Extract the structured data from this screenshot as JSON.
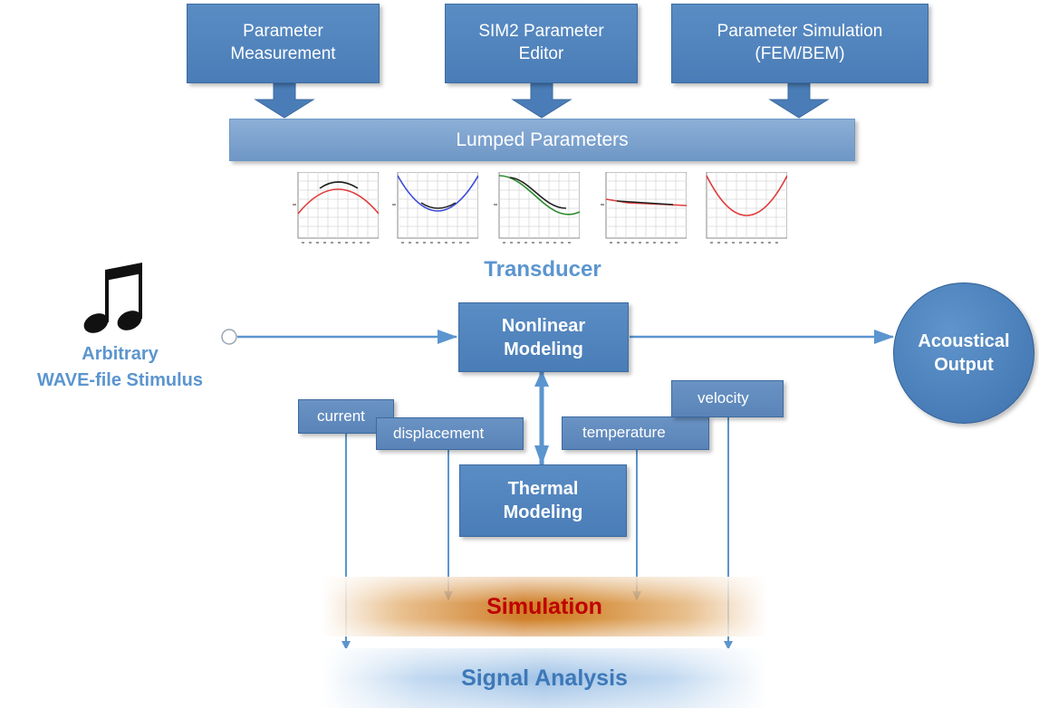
{
  "top_boxes": {
    "measurement": "Parameter\nMeasurement",
    "editor": "SIM2 Parameter\nEditor",
    "simulation": "Parameter Simulation\n(FEM/BEM)"
  },
  "lumped_parameters": "Lumped Parameters",
  "transducer_label": "Transducer",
  "stimulus_label": "Arbitrary\nWAVE-file Stimulus",
  "nonlinear_modeling": "Nonlinear\nModeling",
  "thermal_modeling": "Thermal\nModeling",
  "acoustical_output": "Acoustical\nOutput",
  "signals": {
    "current": "current",
    "displacement": "displacement",
    "temperature": "temperature",
    "velocity": "velocity"
  },
  "simulation_band": "Simulation",
  "signal_analysis_band": "Signal Analysis",
  "icons": [
    "music-note-icon",
    "input-port-icon"
  ],
  "colors": {
    "box_blue": "#4a7db7",
    "arrow_blue": "#5b95cf",
    "simulation_text": "#c00000",
    "simulation_band": "#cf7f2a",
    "signal_band": "#9fc2e6"
  }
}
